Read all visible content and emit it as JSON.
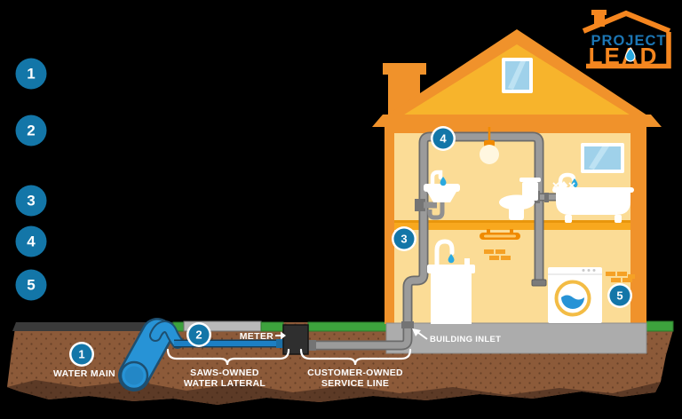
{
  "logo": {
    "title_top": "PROJECT",
    "title_bottom": "LEAD"
  },
  "legend": {
    "items": [
      {
        "number": "1"
      },
      {
        "number": "2"
      },
      {
        "number": "3"
      },
      {
        "number": "4"
      },
      {
        "number": "5"
      }
    ]
  },
  "callouts": [
    {
      "number": "1"
    },
    {
      "number": "2"
    },
    {
      "number": "3"
    },
    {
      "number": "4"
    },
    {
      "number": "5"
    }
  ],
  "labels": {
    "water_main": "WATER MAIN",
    "meter": "METER",
    "saws_owned_line1": "SAWS-OWNED",
    "saws_owned_line2": "WATER LATERAL",
    "customer_owned_line1": "CUSTOMER-OWNED",
    "customer_owned_line2": "SERVICE LINE",
    "building_inlet": "BUILDING INLET"
  },
  "colors": {
    "background": "#000000",
    "legend_circle": "#1376A8",
    "callout_circle": "#1376A8",
    "pipe_water_blue": "#2793D6",
    "pipe_service_gray": "#9B9B9B",
    "house_orange": "#F0922B",
    "roof_yellow": "#F7B42C",
    "wall_yellow": "#FBDC96",
    "floor_orange": "#F8A81E",
    "soil_brown": "#8C5A39",
    "soil_dark_brown": "#5C3A26",
    "grass_green": "#3DA23D",
    "concrete_gray": "#ACACAC",
    "meter_black": "#2F2F2F",
    "label_white": "#FFFFFF",
    "logo_blue": "#1C76B4",
    "logo_orange": "#F5861F",
    "drop_blue": "#2AA9E0"
  }
}
